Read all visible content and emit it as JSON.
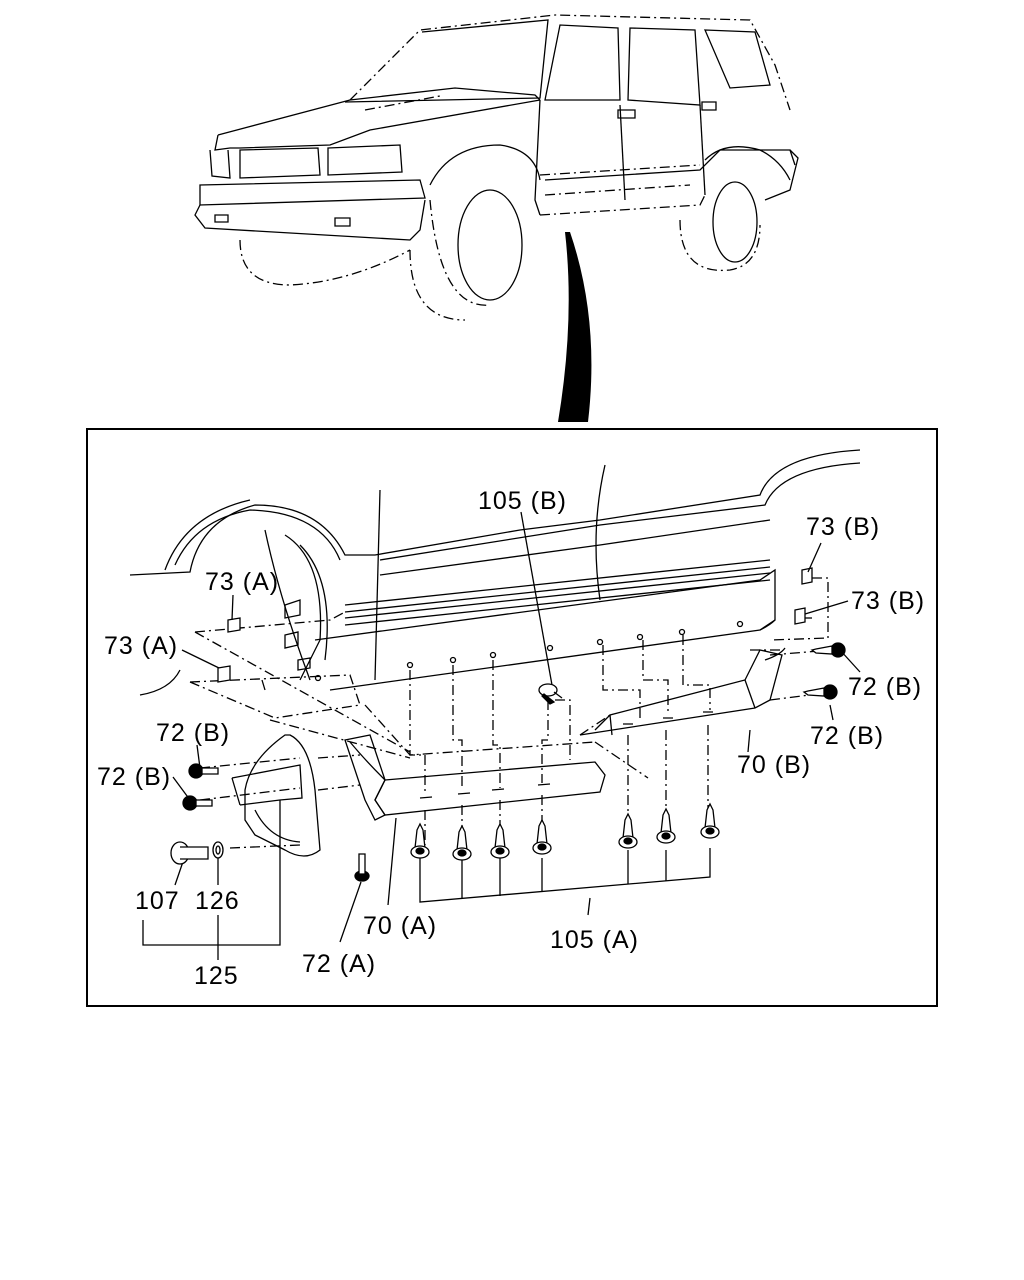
{
  "callouts": {
    "c105b": "105 (B)",
    "c73b_top": "73 (B)",
    "c73b_mid": "73 (B)",
    "c73a_top": "73 (A)",
    "c73a_left": "73 (A)",
    "c72b_right1": "72 (B)",
    "c72b_right2": "72 (B)",
    "c72b_left1": "72 (B)",
    "c72b_left2": "72 (B)",
    "c70b": "70 (B)",
    "c70a": "70 (A)",
    "c72a": "72 (A)",
    "c105a": "105 (A)",
    "c107": "107",
    "c126": "126",
    "c125": "125"
  }
}
